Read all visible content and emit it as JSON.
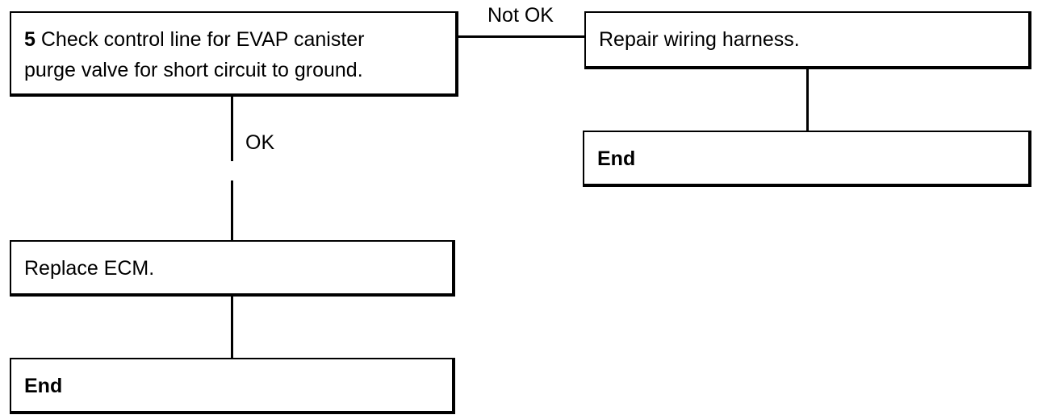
{
  "step5": {
    "number": "5",
    "line1": "Check control line for EVAP canister",
    "line2": "purge valve for short circuit to ground."
  },
  "branch_not_ok": {
    "label": "Not OK"
  },
  "repair": {
    "text": "Repair wiring harness."
  },
  "end_right": {
    "text": "End"
  },
  "branch_ok": {
    "label": "OK"
  },
  "replace": {
    "text": "Replace ECM."
  },
  "end_left": {
    "text": "End"
  }
}
